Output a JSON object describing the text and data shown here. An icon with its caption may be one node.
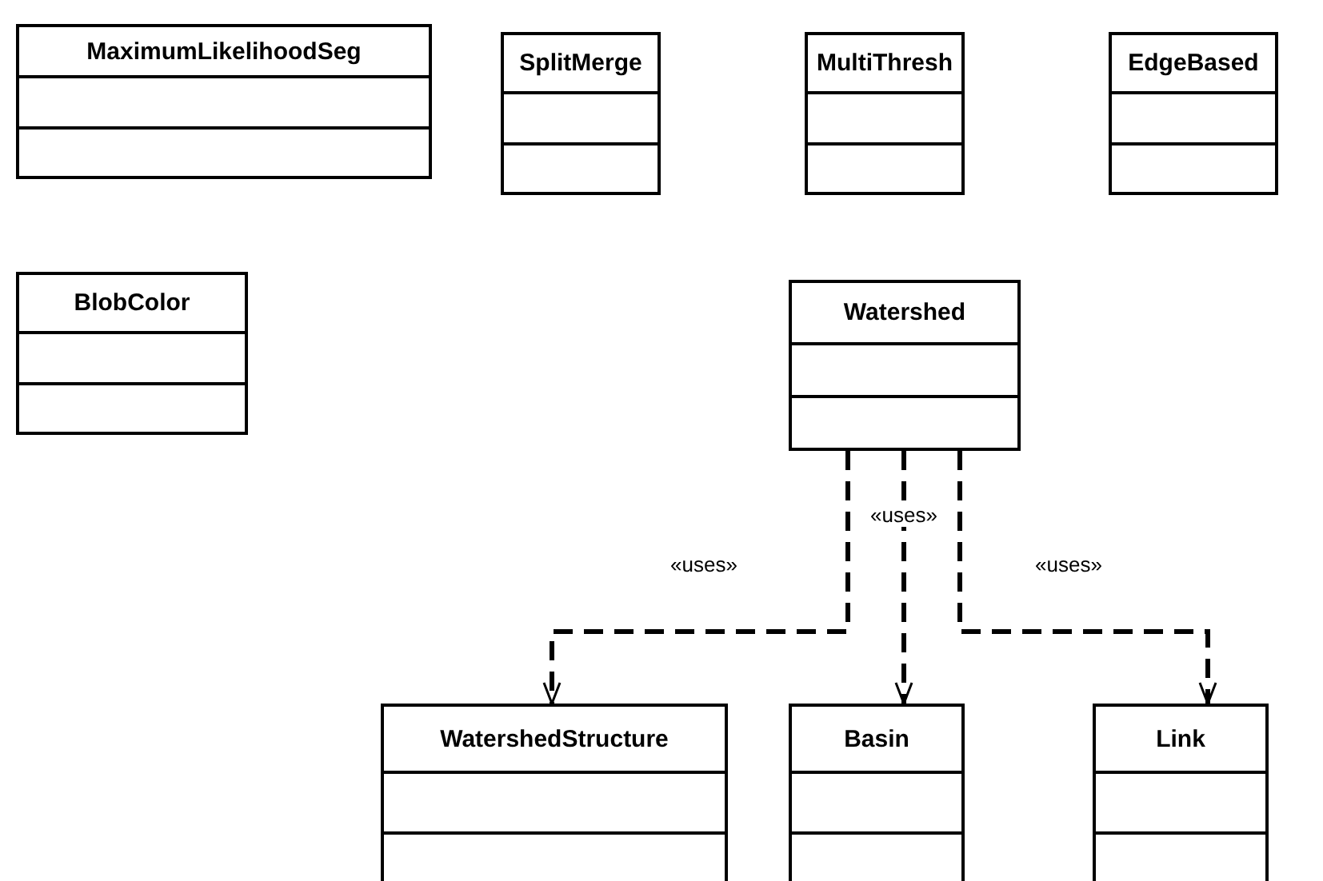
{
  "diagram": {
    "nodes": [
      {
        "text": [
          "MaximumLikelihoodSeg"
        ]
      },
      {
        "text": [
          "SplitMerge"
        ]
      },
      {
        "text": [
          "MultiThresh"
        ]
      },
      {
        "text": [
          "EdgeBased"
        ]
      },
      {
        "text": [
          "BlobColor"
        ]
      },
      {
        "text": [
          "Watershed"
        ]
      },
      {
        "text": [
          "WatershedStructure"
        ]
      },
      {
        "text": [
          "Basin"
        ]
      },
      {
        "text": [
          "Link"
        ]
      }
    ],
    "edges": [
      {
        "from": 5,
        "to": 6,
        "arrow": "to",
        "label": "«uses»",
        "style": "dashed"
      },
      {
        "from": 5,
        "to": 7,
        "arrow": "to",
        "label": "«uses»",
        "style": "dashed"
      },
      {
        "from": 5,
        "to": 8,
        "arrow": "to",
        "label": "«uses»",
        "style": "dashed"
      }
    ]
  }
}
